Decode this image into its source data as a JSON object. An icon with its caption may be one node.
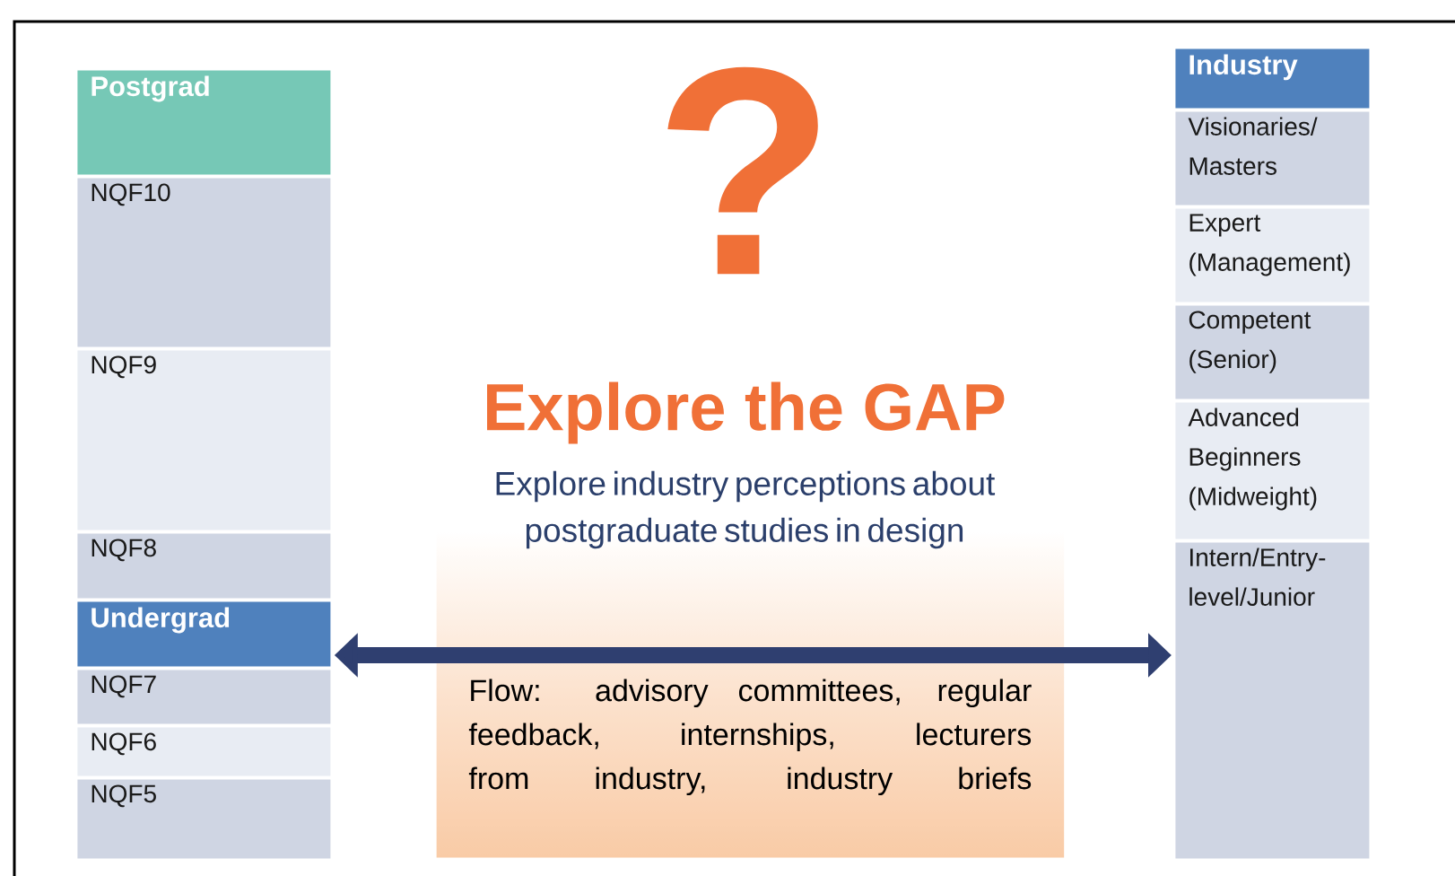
{
  "diagram": {
    "title": "Explore the GAP",
    "nodes": [
      {
        "text": [
          "Postgrad"
        ]
      },
      {
        "text": [
          "NQF10"
        ]
      },
      {
        "text": [
          "NQF9"
        ]
      },
      {
        "text": [
          "NQF8"
        ]
      },
      {
        "text": [
          "Undergrad"
        ]
      },
      {
        "text": [
          "NQF7"
        ]
      },
      {
        "text": [
          "NQF6"
        ]
      },
      {
        "text": [
          "NQF5"
        ]
      },
      {
        "text": [
          "Industry"
        ]
      },
      {
        "text": [
          "Visionaries/ Masters"
        ]
      },
      {
        "text": [
          "Expert (Management)"
        ]
      },
      {
        "text": [
          "Competent (Senior)"
        ]
      },
      {
        "text": [
          "Advanced Beginners (Midweight)"
        ]
      },
      {
        "text": [
          "Intern/Entry-level/Junior"
        ]
      },
      {
        "text": [
          "Flow: advisory committees, regular feedback, internships, lecturers from industry, industry briefs"
        ]
      }
    ],
    "edges": [
      {
        "from": 4,
        "to": 13,
        "arrow": "both"
      }
    ],
    "labels": [
      "?",
      "Explore industry perceptions about postgraduate studies in design"
    ]
  }
}
